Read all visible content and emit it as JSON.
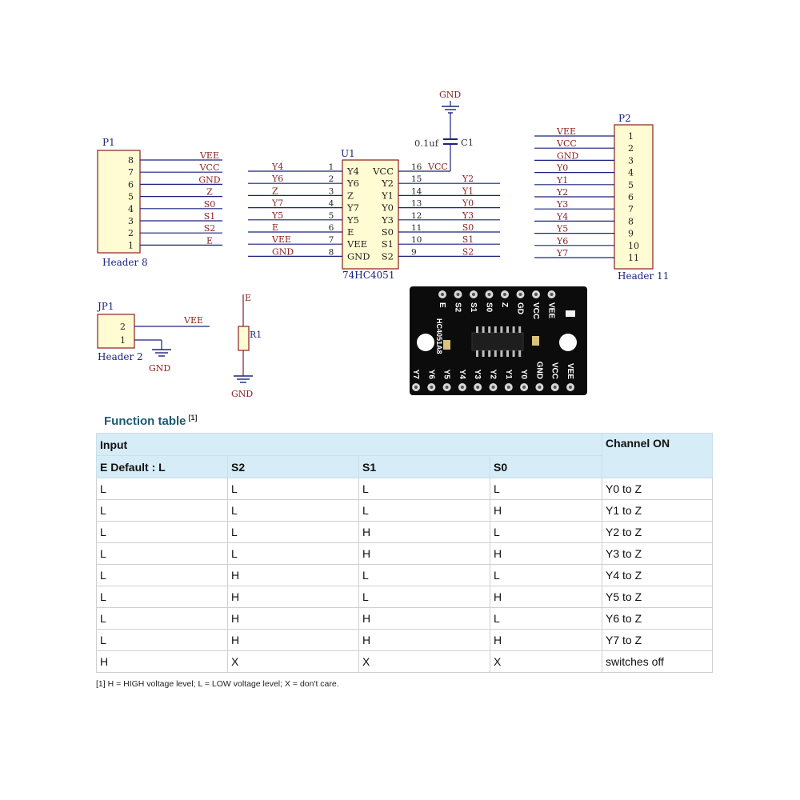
{
  "p1": {
    "ref": "P1",
    "name": "Header 8",
    "pins": [
      {
        "num": "8",
        "net": "VEE"
      },
      {
        "num": "7",
        "net": "VCC"
      },
      {
        "num": "6",
        "net": "GND"
      },
      {
        "num": "5",
        "net": "Z"
      },
      {
        "num": "4",
        "net": "S0"
      },
      {
        "num": "3",
        "net": "S1"
      },
      {
        "num": "2",
        "net": "S2"
      },
      {
        "num": "1",
        "net": "E"
      }
    ]
  },
  "u1": {
    "ref": "U1",
    "part": "74HC4051",
    "left": [
      {
        "net": "Y4",
        "num": "1",
        "label": "Y4"
      },
      {
        "net": "Y6",
        "num": "2",
        "label": "Y6"
      },
      {
        "net": "Z",
        "num": "3",
        "label": "Z"
      },
      {
        "net": "Y7",
        "num": "4",
        "label": "Y7"
      },
      {
        "net": "Y5",
        "num": "5",
        "label": "Y5"
      },
      {
        "net": "E",
        "num": "6",
        "label": "E"
      },
      {
        "net": "VEE",
        "num": "7",
        "label": "VEE"
      },
      {
        "net": "GND",
        "num": "8",
        "label": "GND"
      }
    ],
    "right": [
      {
        "label": "VCC",
        "num": "16",
        "net": "VCC"
      },
      {
        "label": "Y2",
        "num": "15",
        "net": "Y2"
      },
      {
        "label": "Y1",
        "num": "14",
        "net": "Y1"
      },
      {
        "label": "Y0",
        "num": "13",
        "net": "Y0"
      },
      {
        "label": "Y3",
        "num": "12",
        "net": "Y3"
      },
      {
        "label": "S0",
        "num": "11",
        "net": "S0"
      },
      {
        "label": "S1",
        "num": "10",
        "net": "S1"
      },
      {
        "label": "S2",
        "num": "9",
        "net": "S2"
      }
    ]
  },
  "cap": {
    "ref": "C1",
    "value": "0.1uf",
    "gnd": "GND"
  },
  "p2": {
    "ref": "P2",
    "name": "Header 11",
    "pins": [
      {
        "num": "1",
        "net": "VEE"
      },
      {
        "num": "2",
        "net": "VCC"
      },
      {
        "num": "3",
        "net": "GND"
      },
      {
        "num": "4",
        "net": "Y0"
      },
      {
        "num": "5",
        "net": "Y1"
      },
      {
        "num": "6",
        "net": "Y2"
      },
      {
        "num": "7",
        "net": "Y3"
      },
      {
        "num": "8",
        "net": "Y4"
      },
      {
        "num": "9",
        "net": "Y5"
      },
      {
        "num": "10",
        "net": "Y6"
      },
      {
        "num": "11",
        "net": "Y7"
      }
    ]
  },
  "jp1": {
    "ref": "JP1",
    "name": "Header 2",
    "pins": [
      {
        "num": "2"
      },
      {
        "num": "1"
      }
    ],
    "net": "VEE",
    "gnd": "GND"
  },
  "r1": {
    "ref": "R1",
    "net": "E",
    "gnd": "GND"
  },
  "pcb": {
    "top_labels": [
      "E",
      "S2",
      "S1",
      "S0",
      "Z",
      "GD",
      "VCC",
      "VEE"
    ],
    "bottom_labels": [
      "Y7",
      "Y6",
      "Y5",
      "Y4",
      "Y3",
      "Y2",
      "Y1",
      "Y0",
      "GND",
      "VCC",
      "VEE"
    ],
    "silk_text": "HC4051A8",
    "color": "#0c0c0c"
  },
  "function_table": {
    "title": "Function table",
    "title_ref": "[1]",
    "input_header": "Input",
    "channel_header": "Channel ON",
    "col_headers": [
      "E  Default : L",
      "S2",
      "S1",
      "S0"
    ],
    "rows": [
      [
        "L",
        "L",
        "L",
        "L",
        "Y0 to Z"
      ],
      [
        "L",
        "L",
        "L",
        "H",
        "Y1 to Z"
      ],
      [
        "L",
        "L",
        "H",
        "L",
        "Y2 to Z"
      ],
      [
        "L",
        "L",
        "H",
        "H",
        "Y3 to Z"
      ],
      [
        "L",
        "H",
        "L",
        "L",
        "Y4 to Z"
      ],
      [
        "L",
        "H",
        "L",
        "H",
        "Y5 to Z"
      ],
      [
        "L",
        "H",
        "H",
        "L",
        "Y6 to Z"
      ],
      [
        "L",
        "H",
        "H",
        "H",
        "Y7 to Z"
      ],
      [
        "H",
        "X",
        "X",
        "X",
        "switches off"
      ]
    ],
    "footnote": "[1]   H = HIGH voltage level; L = LOW voltage level; X = don't care.",
    "header_color": "#d6ecf6"
  }
}
